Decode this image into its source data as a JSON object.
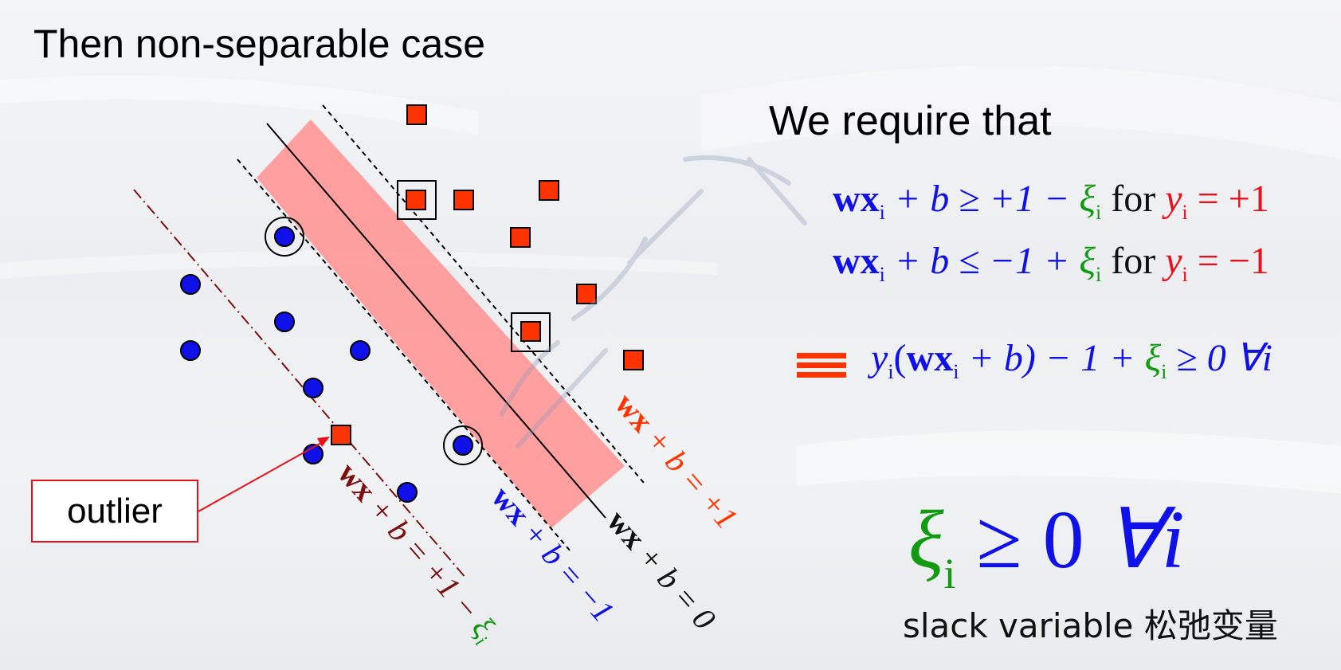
{
  "title": "Then non-separable case",
  "right": {
    "heading": "We require that",
    "constraint_pos": {
      "lhs_w": "wx",
      "lhs_i": "i",
      "lhs_rest": " + b ≥ +1 − ",
      "xi": "ξ",
      "xi_i": "i",
      "for": " for ",
      "y": "y",
      "y_i": "i",
      "rhs": " = +1"
    },
    "constraint_neg": {
      "lhs_w": "wx",
      "lhs_i": "i",
      "lhs_rest": " + b ≤ −1 + ",
      "xi": "ξ",
      "xi_i": "i",
      "for": " for ",
      "y": "y",
      "y_i": "i",
      "rhs": " = −1"
    },
    "combined": {
      "y": "y",
      "y_i": "i",
      "open": "(",
      "w": "wx",
      "w_i": "i",
      "mid": " + b) − 1 + ",
      "xi": "ξ",
      "xi_i": "i",
      "tail": " ≥ 0   ∀i"
    },
    "slack_eq": {
      "xi": "ξ",
      "xi_i": "i",
      "rel": " ≥ 0   ",
      "forall": "∀i"
    },
    "slack_label": "slack variable  松弛变量"
  },
  "diagram": {
    "outlier_label": "outlier",
    "line_labels": {
      "plus_one": {
        "w": "wx",
        "rest": " + b = +1"
      },
      "zero": {
        "w": "wx",
        "rest": " + b = 0"
      },
      "minus_one": {
        "w": "wx",
        "rest": " + b = −1"
      },
      "minus_one_minus_xi": {
        "w": "wx",
        "rest": " + b = +1 − ",
        "xi": "ξ",
        "xi_i": "i"
      }
    }
  },
  "colors": {
    "blue": "#1010e8",
    "green": "#129a12",
    "red": "#e8101a",
    "orange_red": "#ff3300",
    "dark_red": "#7a1010",
    "band": "#ff9a9a"
  }
}
